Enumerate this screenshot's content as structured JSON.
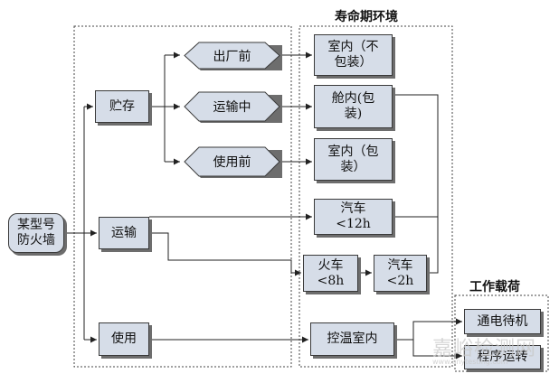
{
  "regions": {
    "lifecycle_title": "寿命期环境",
    "work_load_title": "工作载荷"
  },
  "nodes": {
    "product": "某型号\n防火墙",
    "storage": "贮存",
    "transport": "运输",
    "use": "使用",
    "before_leaving_factory": "出厂前",
    "in_transit": "运输中",
    "before_use": "使用前",
    "indoor_unpacked": "室内（不\n包装）",
    "cabin_packed": "舱内(包\n装)",
    "indoor_packed": "室内（包\n装）",
    "truck_12h": "汽车\n<12h",
    "train_8h": "火车\n<8h",
    "truck_2h": "汽车\n<2h",
    "temp_controlled_indoor": "控温室内",
    "powered_standby": "通电待机",
    "program_running": "程序运转"
  },
  "watermark": {
    "main": "嘉峪检测网",
    "sub": "www.anytesting.com"
  }
}
